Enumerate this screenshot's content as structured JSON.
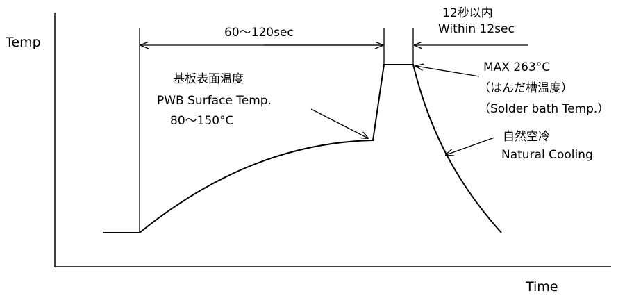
{
  "axes": {
    "y_label": "Temp",
    "x_label": "Time"
  },
  "preheat": {
    "duration": "60～120sec",
    "label_ja": "基板表面温度",
    "label_en": "PWB Surface Temp.",
    "range": "80～150°C"
  },
  "peak": {
    "time_ja": "12秒以内",
    "time_en": "Within  12sec",
    "max": "MAX 263°C",
    "label_ja": "（はんだ槽温度）",
    "label_en": "（Solder bath Temp.）"
  },
  "cooling": {
    "label_ja": "自然空冷",
    "label_en": "Natural Cooling"
  },
  "colors": {
    "line": "#000000",
    "background": "#ffffff"
  }
}
